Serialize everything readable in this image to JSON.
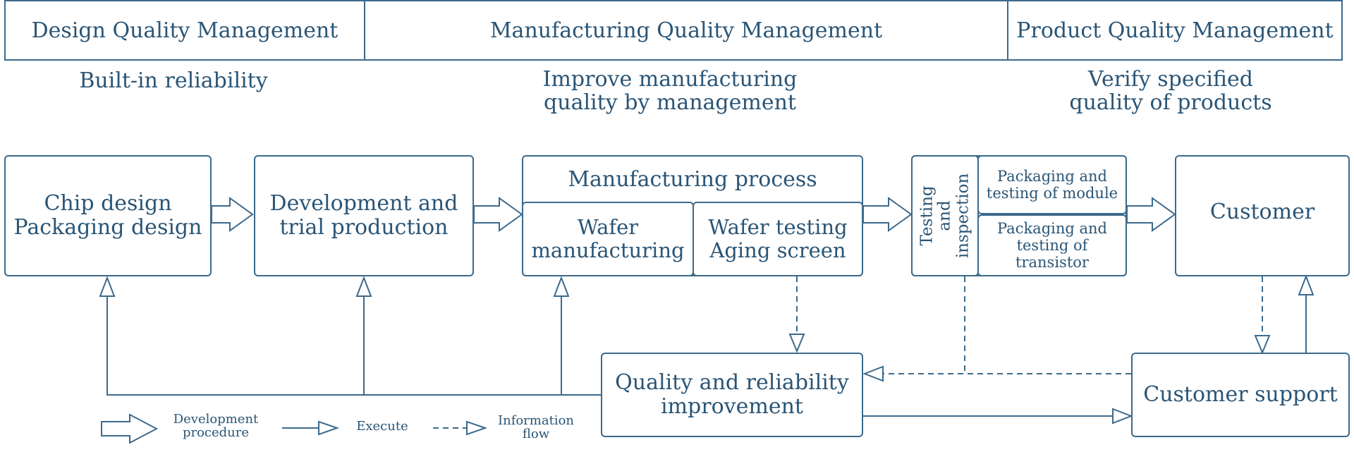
{
  "header": {
    "design": "Design Quality Management",
    "manufacturing": "Manufacturing Quality Management",
    "product": "Product Quality Management"
  },
  "subtitles": {
    "design": "Built-in reliability",
    "manufacturing": "Improve manufacturing\nquality by management",
    "product": "Verify specified\nquality of products"
  },
  "boxes": {
    "chip_design": "Chip design\nPackaging design",
    "development": "Development and\ntrial production",
    "manufacturing_process": "Manufacturing process",
    "wafer_manufacturing": "Wafer\nmanufacturing",
    "wafer_testing": "Wafer testing\nAging screen",
    "testing_inspection": "Testing and\ninspection",
    "packaging_module": "Packaging and\ntesting of module",
    "packaging_transistor": "Packaging and\ntesting of transistor",
    "customer": "Customer",
    "quality_improvement": "Quality and reliability\nimprovement",
    "customer_support": "Customer support"
  },
  "legend": {
    "development_procedure": "Development\nprocedure",
    "execute": "Execute",
    "information_flow": "Information\nflow"
  },
  "colors": {
    "line": "#3c6a8c",
    "text": "#2a5576"
  }
}
